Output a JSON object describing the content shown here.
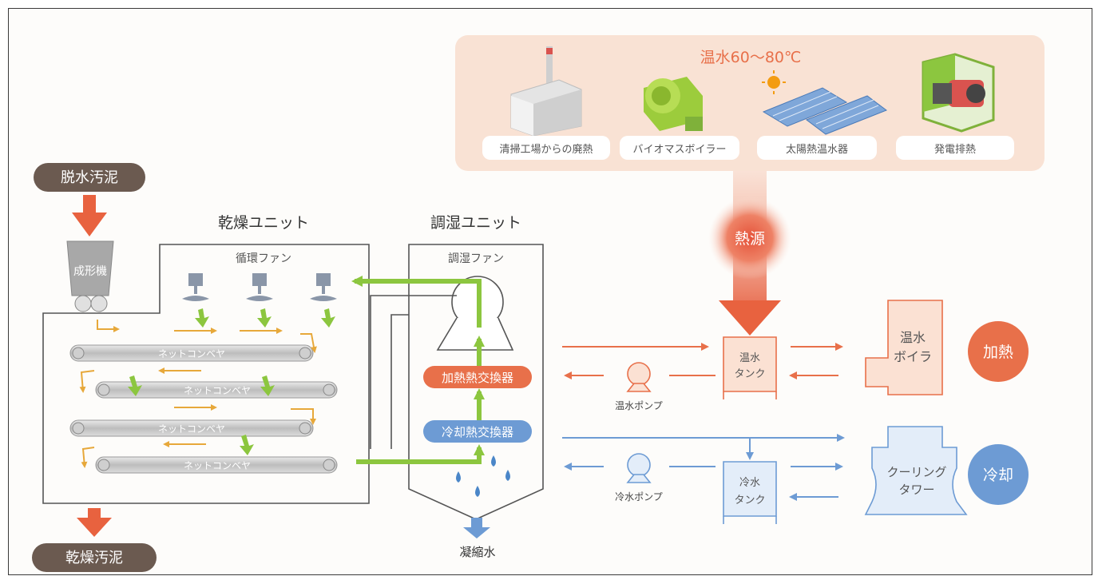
{
  "heat_source_panel": {
    "title": "温水60～80℃",
    "sources": [
      {
        "label": "清掃工場からの廃熱",
        "icon": "factory-icon"
      },
      {
        "label": "バイオマスボイラー",
        "icon": "biomass-boiler-icon"
      },
      {
        "label": "太陽熱温水器",
        "icon": "solar-water-heater-icon"
      },
      {
        "label": "発電排熱",
        "icon": "generator-icon"
      }
    ]
  },
  "heat_source_label": "熱源",
  "sludge_in": "脱水汚泥",
  "sludge_out": "乾燥汚泥",
  "drying_unit": {
    "title": "乾燥ユニット",
    "fan_label": "循環ファン",
    "forming_machine": "成形機",
    "conveyors": [
      "ネットコンベヤ",
      "ネットコンベヤ",
      "ネットコンベヤ",
      "ネットコンベヤ"
    ]
  },
  "humidity_unit": {
    "title": "調湿ユニット",
    "fan_label": "調湿ファン",
    "heating_exchanger": "加熱熱交換器",
    "cooling_exchanger": "冷却熱交換器",
    "condensate": "凝縮水"
  },
  "hot_water": {
    "tank_line1": "温水",
    "tank_line2": "タンク",
    "pump": "温水ポンプ",
    "boiler_line1": "温水",
    "boiler_line2": "ボイラ",
    "badge": "加熱"
  },
  "cold_water": {
    "tank_line1": "冷水",
    "tank_line2": "タンク",
    "pump": "冷水ポンプ",
    "tower_line1": "クーリング",
    "tower_line2": "タワー",
    "badge": "冷却"
  },
  "colors": {
    "hot": "#e8704a",
    "hot_fill": "#fbe1d3",
    "cold": "#6d9bd4",
    "cold_fill": "#e3edf9",
    "green": "#8cc63f",
    "label_dark": "#6b5a50",
    "panel": "#f9e2d4"
  }
}
